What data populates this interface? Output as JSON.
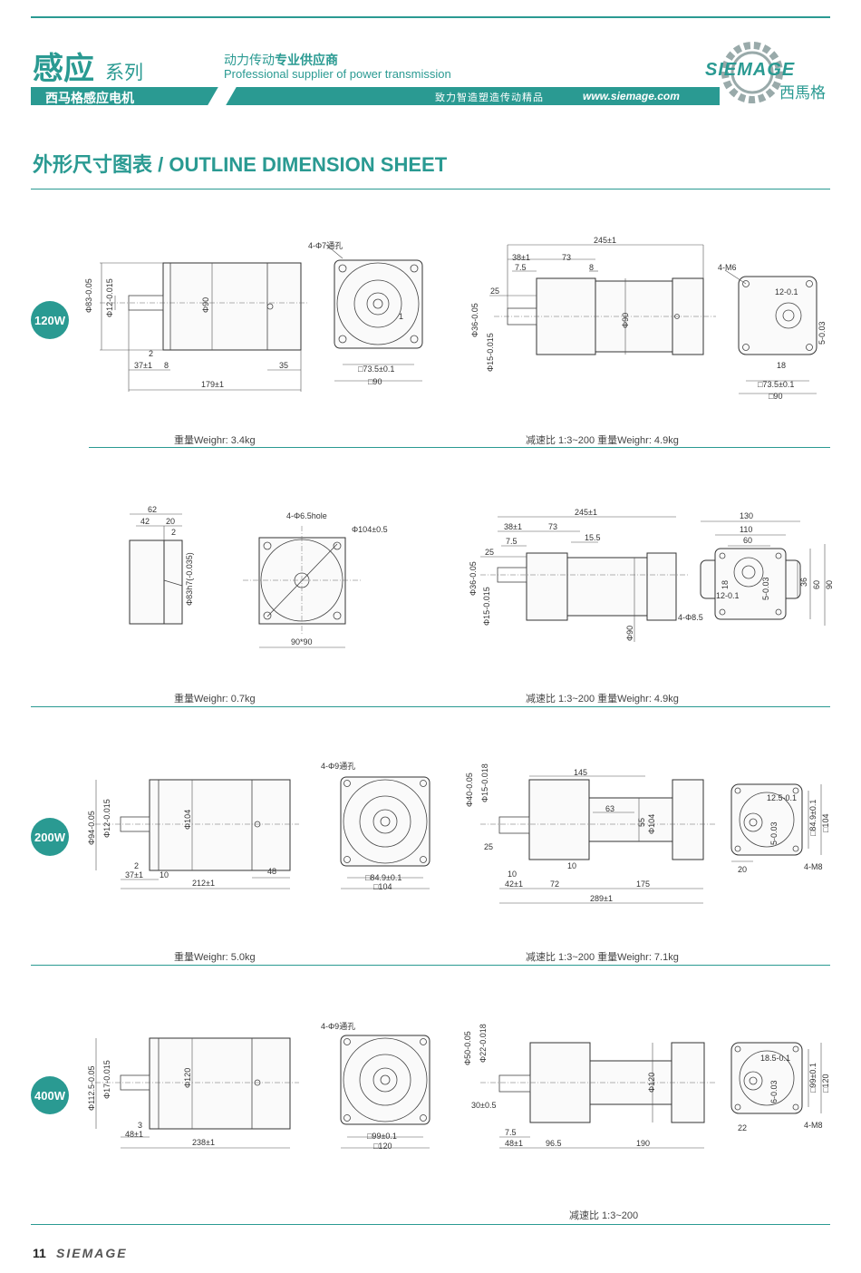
{
  "header": {
    "series_cn": "感应",
    "series_suffix": "系列",
    "tagline_cn_a": "动力传动",
    "tagline_cn_b": "专业供应商",
    "tagline_en": "Professional supplier of power transmission",
    "bar_text": "西马格感应电机",
    "slogan": "致力智造塑造传动精品",
    "website": "www.siemage.com",
    "logo_text": "SIEMAGE",
    "logo_cn": "西馬格",
    "accent_color": "#2a9a92"
  },
  "section_title": "外形尺寸图表 / OUTLINE DIMENSION SHEET",
  "rows": [
    {
      "badge": "120W",
      "weights": [
        "重量Weighr: 3.4kg",
        "减速比 1:3~200  重量Weighr: 4.9kg"
      ],
      "dims": {
        "motor_len": "179±1",
        "shaft_dia": "Φ12-0.015",
        "body_dia": "Φ83-0.05",
        "body_dia2": "Φ90",
        "shaft_len": "37±1",
        "k2": "2",
        "k8": "8",
        "k35": "35",
        "holes": "4-Φ7通孔",
        "pcd": "□73.5±0.1",
        "sq": "□90",
        "k1": "1",
        "g_total": "245±1",
        "g38": "38±1",
        "g73": "73",
        "g75": "7.5",
        "g8": "8",
        "g25": "25",
        "g_shaft": "Φ15-0.015",
        "g_pilot": "Φ36-0.05",
        "g_dia": "Φ90",
        "g_holes": "4-M6",
        "g12": "12-0.1",
        "g18": "18",
        "g5": "5-0.03",
        "g_pcd": "□73.5±0.1",
        "g_sq": "□90"
      }
    },
    {
      "badge": "",
      "weights": [
        "重量Weighr: 0.7kg",
        "减速比 1:3~200  重量Weighr: 4.9kg"
      ],
      "dims": {
        "a62": "62",
        "a42": "42",
        "a20": "20",
        "a2": "2",
        "a_dia": "Φ83h7(-0.035)",
        "b_holes": "4-Φ6.5hole",
        "b_pcd": "Φ104±0.5",
        "b_sq": "90*90",
        "c_total": "245±1",
        "c38": "38±1",
        "c73": "73",
        "c75": "7.5",
        "c155": "15.5",
        "c25": "25",
        "c_shaft": "Φ15-0.015",
        "c_pilot": "Φ36-0.05",
        "c_dia": "Φ90",
        "d130": "130",
        "d110": "110",
        "d60": "60",
        "d36": "36",
        "d60v": "60",
        "d90": "90",
        "d18": "18",
        "d12": "12-0.1",
        "d5": "5-0.03",
        "d_holes": "4-Φ8.5"
      }
    },
    {
      "badge": "200W",
      "weights": [
        "重量Weighr: 5.0kg",
        "减速比 1:3~200  重量Weighr: 7.1kg"
      ],
      "dims": {
        "motor_len": "212±1",
        "shaft_dia": "Φ12-0.015",
        "body_dia": "Φ94-0.05",
        "body_dia2": "Φ104",
        "shaft_len": "37±1",
        "k2": "2",
        "k10": "10",
        "k48": "48",
        "holes": "4-Φ9通孔",
        "pcd": "□84.9±0.1",
        "sq": "□104",
        "g145": "145",
        "g63": "63",
        "g55": "55",
        "g_dia": "Φ104",
        "g25": "25",
        "g10": "10",
        "g10b": "10",
        "g42": "42±1",
        "g72": "72",
        "g175": "175",
        "g_total": "289±1",
        "g_pilot": "Φ40-0.05",
        "g_shaft": "Φ15-0.018",
        "g125": "12.5-0.1",
        "g5": "5-0.03",
        "g_pcd": "□84.9±0.1",
        "g_sq": "□104",
        "g20": "20",
        "g_holes": "4-M8"
      }
    },
    {
      "badge": "400W",
      "weights": [
        "",
        "减速比 1:3~200"
      ],
      "dims": {
        "motor_len": "238±1",
        "shaft_dia": "Φ17-0.015",
        "body_dia": "Φ112.5-0.05",
        "body_dia2": "Φ120",
        "shaft_len": "48±1",
        "k3": "3",
        "holes": "4-Φ9通孔",
        "pcd": "□99±0.1",
        "sq": "□120",
        "g_pilot": "Φ50-0.05",
        "g_shaft": "Φ22-0.018",
        "g30": "30±0.5",
        "g75": "7.5",
        "g48": "48±1",
        "g965": "96.5",
        "g190": "190",
        "g_dia": "Φ120",
        "g185": "18.5-0.1",
        "g6": "6-0.03",
        "g_pcd": "□99±0.1",
        "g_sq": "□120",
        "g22": "22",
        "g_holes": "4-M8"
      }
    }
  ],
  "footer": {
    "page_number": "11",
    "logo": "SIEMAGE"
  }
}
